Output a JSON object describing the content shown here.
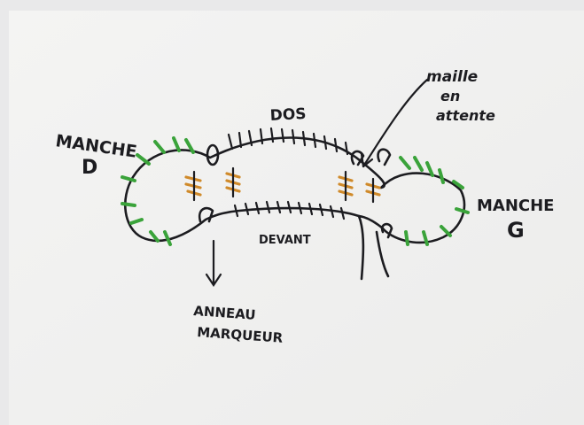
{
  "labels": {
    "manche_d_line1": "MANCHE",
    "manche_d_line2": "D",
    "dos": "DOS",
    "maille_line1": "maille",
    "maille_line2": "en",
    "maille_line3": "attente",
    "manche_g_line1": "MANCHE",
    "manche_g_line2": "G",
    "devant": "DEVANT",
    "anneau_line1": "ANNEAU",
    "anneau_line2": "MARQUEUR"
  },
  "colors": {
    "paper": "#f6f6f5",
    "ink": "#1c1c20",
    "green_marks": "#3aa33a",
    "orange_marks": "#d08a2a"
  }
}
